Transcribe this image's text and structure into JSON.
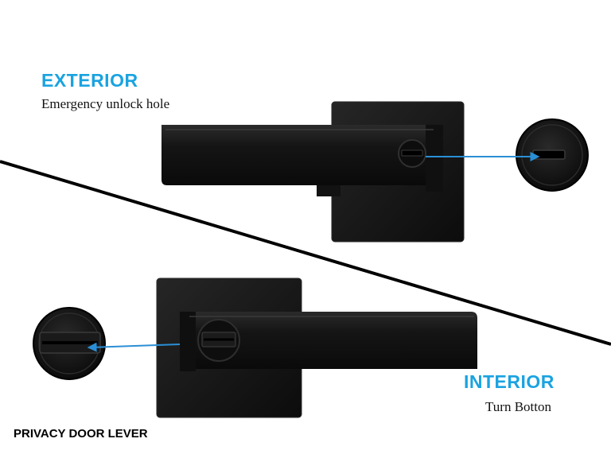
{
  "exterior": {
    "heading": "EXTERIOR",
    "description": "Emergency unlock hole"
  },
  "interior": {
    "heading": "INTERIOR",
    "description": "Turn Botton"
  },
  "caption": "PRIVACY DOOR LEVER",
  "colors": {
    "heading_accent": "#1aa3e0",
    "arrow": "#2a8fd6",
    "hardware": "#141414",
    "hardware_edge": "#2a2a2a",
    "divider": "#000000"
  },
  "icons": {
    "exterior_lever": "door-lever-exterior-icon",
    "interior_lever": "door-lever-interior-icon",
    "unlock_hole_detail": "emergency-unlock-hole-icon",
    "turn_button_detail": "turn-button-icon"
  }
}
